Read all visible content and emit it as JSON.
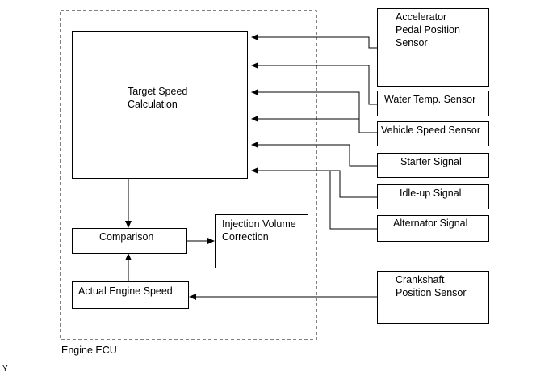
{
  "ecu": {
    "label": "Engine ECU"
  },
  "blocks": {
    "target": "Target Speed\nCalculation",
    "comparison": "Comparison",
    "actual": "Actual Engine Speed",
    "injection": "Injection Volume\nCorrection"
  },
  "sensors": {
    "accelerator": "Accelerator\nPedal Position\nSensor",
    "water_temp": "Water Temp. Sensor",
    "vehicle_speed": "Vehicle Speed Sensor",
    "starter": "Starter Signal",
    "idle_up": "Idle-up Signal",
    "alternator": "Alternator Signal",
    "crankshaft": "Crankshaft\nPosition Sensor"
  },
  "footer": {
    "code": "Y"
  }
}
